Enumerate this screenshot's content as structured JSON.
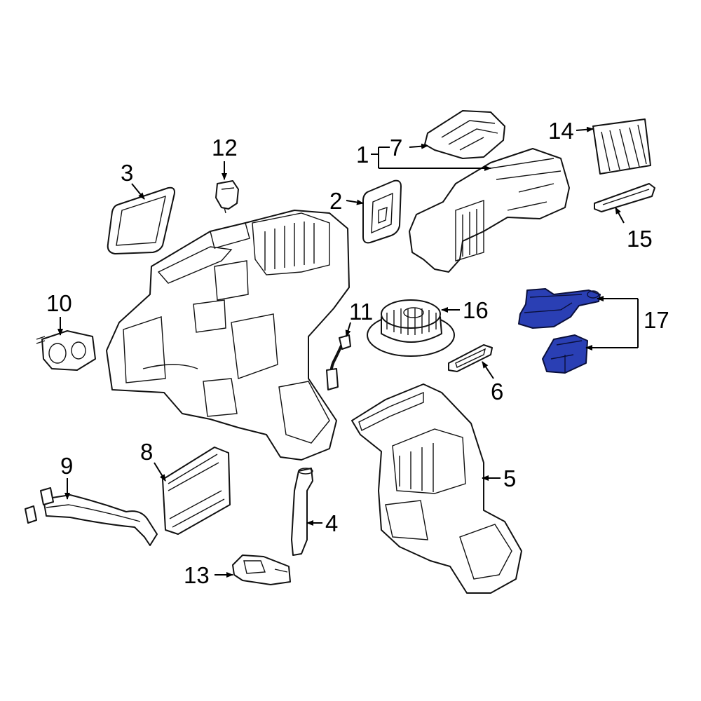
{
  "callouts": [
    {
      "id": "1",
      "text": "1"
    },
    {
      "id": "2",
      "text": "2"
    },
    {
      "id": "3",
      "text": "3"
    },
    {
      "id": "4",
      "text": "4"
    },
    {
      "id": "5",
      "text": "5"
    },
    {
      "id": "6",
      "text": "6"
    },
    {
      "id": "7",
      "text": "7"
    },
    {
      "id": "8",
      "text": "8"
    },
    {
      "id": "9",
      "text": "9"
    },
    {
      "id": "10",
      "text": "10"
    },
    {
      "id": "11",
      "text": "11"
    },
    {
      "id": "12",
      "text": "12"
    },
    {
      "id": "13",
      "text": "13"
    },
    {
      "id": "14",
      "text": "14"
    },
    {
      "id": "15",
      "text": "15"
    },
    {
      "id": "16",
      "text": "16"
    },
    {
      "id": "17",
      "text": "17"
    }
  ],
  "colors": {
    "highlight": "#2a3fb4",
    "outline": "#111111",
    "background": "#ffffff"
  }
}
